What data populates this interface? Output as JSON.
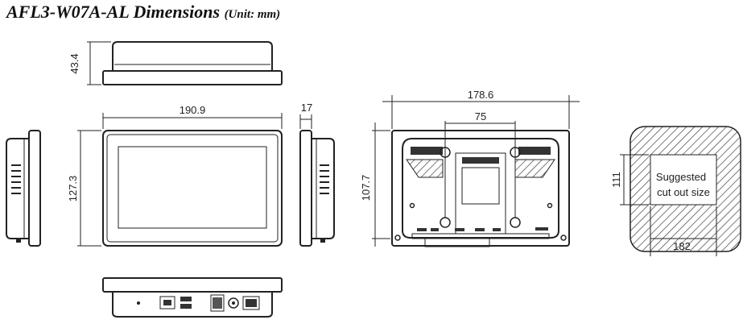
{
  "title": {
    "main": "AFL3-W07A-AL Dimensions",
    "unit": "(Unit: mm)"
  },
  "dimensions": {
    "depth_total": "43.4",
    "width": "190.9",
    "height": "127.3",
    "side_depth": "17",
    "rear_width": "178.6",
    "vesa": "75",
    "rear_height": "107.7",
    "cutout_height": "111",
    "cutout_width": "182"
  },
  "cutout_label": {
    "line1": "Suggested",
    "line2": "cut out size"
  }
}
